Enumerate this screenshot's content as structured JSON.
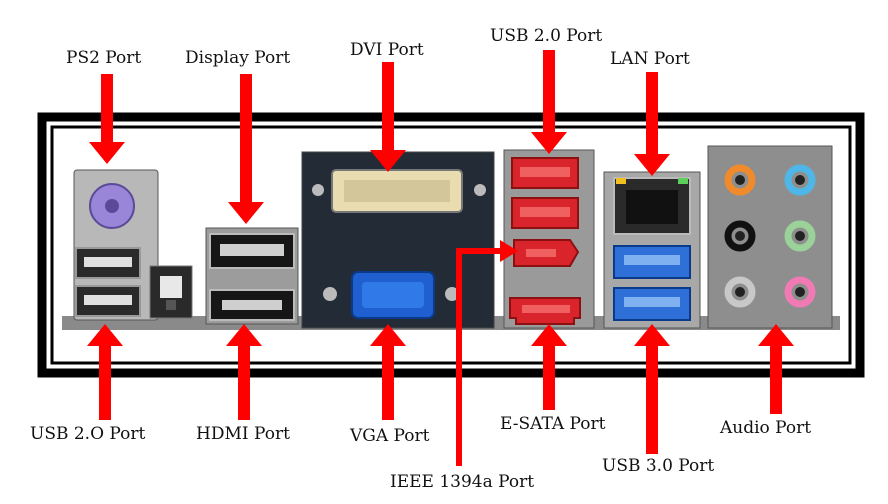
{
  "labels": {
    "ps2": "PS2 Port",
    "display": "Display Port",
    "dvi": "DVI Port",
    "usb20_top": "USB 2.0 Port",
    "lan": "LAN Port",
    "usb20_bottom": "USB 2.O Port",
    "hdmi": "HDMI Port",
    "vga": "VGA Port",
    "esata": "E-SATA Port",
    "audio": "Audio Port",
    "usb30": "USB 3.0 Port",
    "ieee1394": "IEEE 1394a Port"
  },
  "colors": {
    "arrow": "#ff0000",
    "frame": "#000000",
    "panel": "#7a7a7a",
    "usb2_red": "#d8242a",
    "usb3_blue": "#2f6fd8",
    "vga_blue": "#1f5fd0",
    "ps2_purple": "#9a86d8",
    "dvi_beige": "#e8dcb0",
    "audio_orange": "#f08a2a",
    "audio_cyan": "#4fb7e8",
    "audio_black": "#111111",
    "audio_green": "#9ad29a",
    "audio_gray": "#c8c8c8",
    "audio_pink": "#f07ab4"
  }
}
